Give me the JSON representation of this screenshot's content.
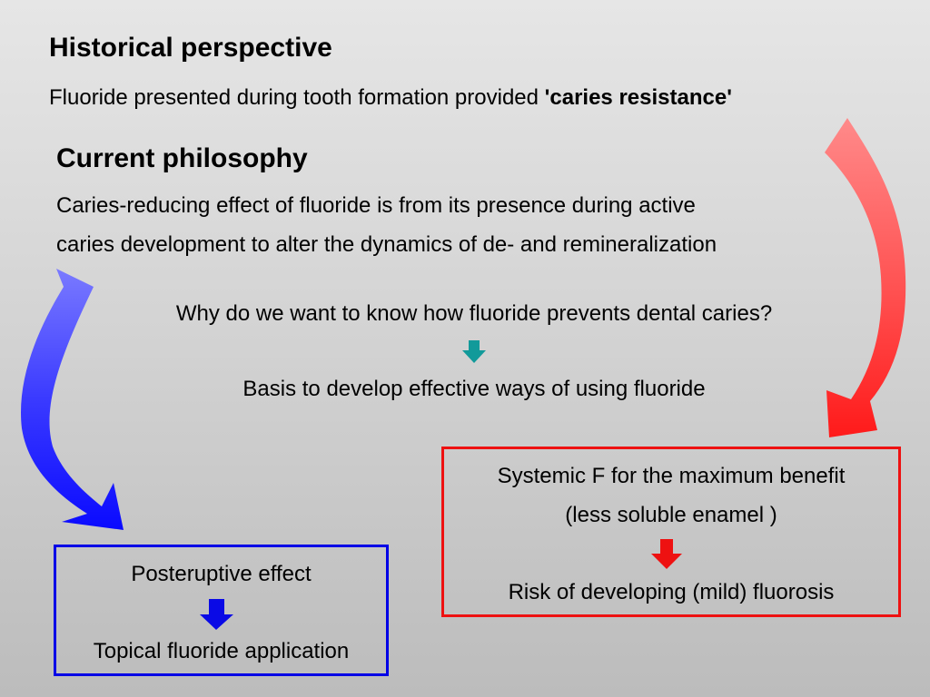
{
  "historical": {
    "title": "Historical perspective",
    "text_prefix": "Fluoride presented during tooth formation provided ",
    "text_emphasis": "'caries resistance'"
  },
  "current": {
    "title": "Current philosophy",
    "line1": "Caries-reducing effect of fluoride is from its presence during active",
    "line2": "caries development to alter the dynamics of de- and remineralization"
  },
  "question": "Why do we want to know how fluoride prevents dental caries?",
  "basis": "Basis to develop effective ways of using fluoride",
  "systemic_box": {
    "line1": "Systemic F for the maximum benefit",
    "line2": "(less soluble enamel )",
    "result": "Risk of developing (mild) fluorosis",
    "color": "#ee1111"
  },
  "topical_box": {
    "line1": "Posteruptive effect",
    "result": "Topical fluoride application",
    "color": "#0000e6"
  },
  "colors": {
    "teal_arrow": "#129a9a",
    "blue_arrow": "#1a1aff",
    "red_arrow": "#ff2a2a"
  }
}
